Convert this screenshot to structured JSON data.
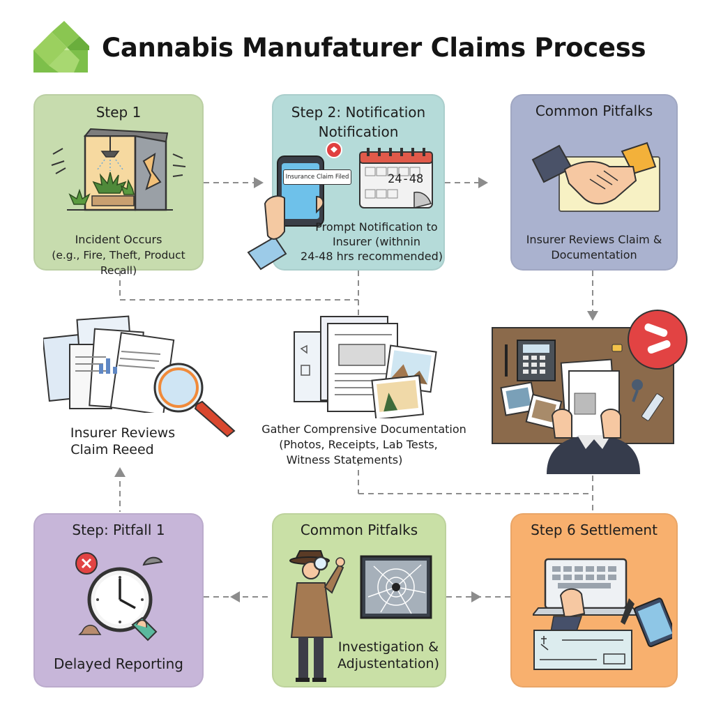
{
  "title": "Cannabis Manufaturer Claims Process",
  "colors": {
    "green": "#c7dcae",
    "teal": "#b5dbd9",
    "slate": "#aab2cf",
    "lavender": "#c7b6d9",
    "lime": "#c9e0a6",
    "orange": "#f8b06e",
    "logo": "#7dbf4a",
    "connector": "#8c8c8c"
  },
  "cards": {
    "step1": {
      "title": "Step 1",
      "text_line1": "Incident Occurs",
      "text_line2": "(e.g., Fire, Theft, Product Recall)"
    },
    "step2": {
      "title_line1": "Step 2: Notification",
      "title_line2": "Notification",
      "phone_label": "Insurance Claim Filed",
      "calendar_label": "24-48",
      "text_line1": "Prompt Notification to",
      "text_line2": "Insurer (withnin",
      "text_line3": "24-48 hrs recommended)"
    },
    "pitfalls_top": {
      "title": "Common Pitfalks",
      "text_line1": "Insurer Reviews Claim &",
      "text_line2": "Documentation"
    },
    "pitfall1": {
      "title": "Step: Pitfall 1",
      "text": "Delayed Reporting"
    },
    "pitfalls_bottom": {
      "title": "Common Pitfalks",
      "text_line1": "Investigation &",
      "text_line2": "Adjustentation)"
    },
    "step6": {
      "title": "Step 6 Settlement"
    }
  },
  "middle": {
    "reviews_line1": "Insurer Reviews",
    "reviews_line2": "Claim Reeed",
    "gather_line1": "Gather Comprensive Documentation",
    "gather_line2": "(Photos, Receipts, Lab Tests,",
    "gather_line3": "Witness Statements)"
  },
  "icons": [
    "logo-icon",
    "greenhouse-icon",
    "phone-icon",
    "calendar-icon",
    "handshake-icon",
    "documents-icon",
    "magnifier-icon",
    "photos-icon",
    "desk-icon",
    "alert-icon",
    "alarm-clock-icon",
    "detective-icon",
    "broken-glass-icon",
    "laptop-icon",
    "check-icon",
    "arrow-right-icon",
    "arrow-down-icon",
    "arrow-up-icon",
    "arrow-left-icon"
  ]
}
